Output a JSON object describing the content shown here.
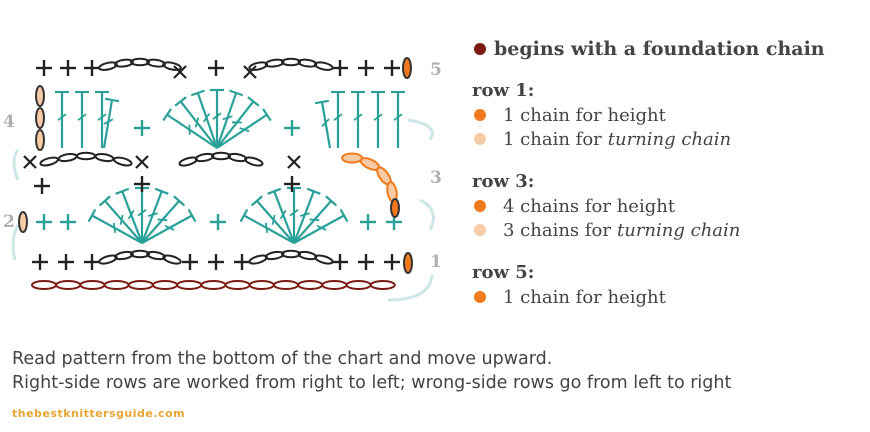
{
  "row_numbers": {
    "r1": "1",
    "r2": "2",
    "r3": "3",
    "r4": "4",
    "r5": "5"
  },
  "legend": {
    "heading": "begins with a foundation chain",
    "row1": {
      "title": "row 1:",
      "items": [
        {
          "text": "1 chain for height",
          "italic": ""
        },
        {
          "text": "1 chain for",
          "italic": "turning chain"
        }
      ]
    },
    "row3": {
      "title": "row 3:",
      "items": [
        {
          "text": "4 chains for height",
          "italic": ""
        },
        {
          "text": "3 chains for",
          "italic": "turning chain"
        }
      ]
    },
    "row5": {
      "title": "row 5:",
      "items": [
        {
          "text": "1 chain for height",
          "italic": ""
        }
      ]
    }
  },
  "colors": {
    "foundation": "#7a1a12",
    "height_chain": "#f07a1d",
    "turning_chain": "#f8cba6",
    "stitch_teal": "#2aa198",
    "stitch_black": "#222222",
    "arrow": "#cfe6e6",
    "site": "#e8a534"
  },
  "notes": {
    "line1": "Read pattern from the bottom of the chart and move upward.",
    "line2": "Right-side rows are worked from right to left; wrong-side rows go from left to right"
  },
  "site": "thebestknittersguide.com"
}
